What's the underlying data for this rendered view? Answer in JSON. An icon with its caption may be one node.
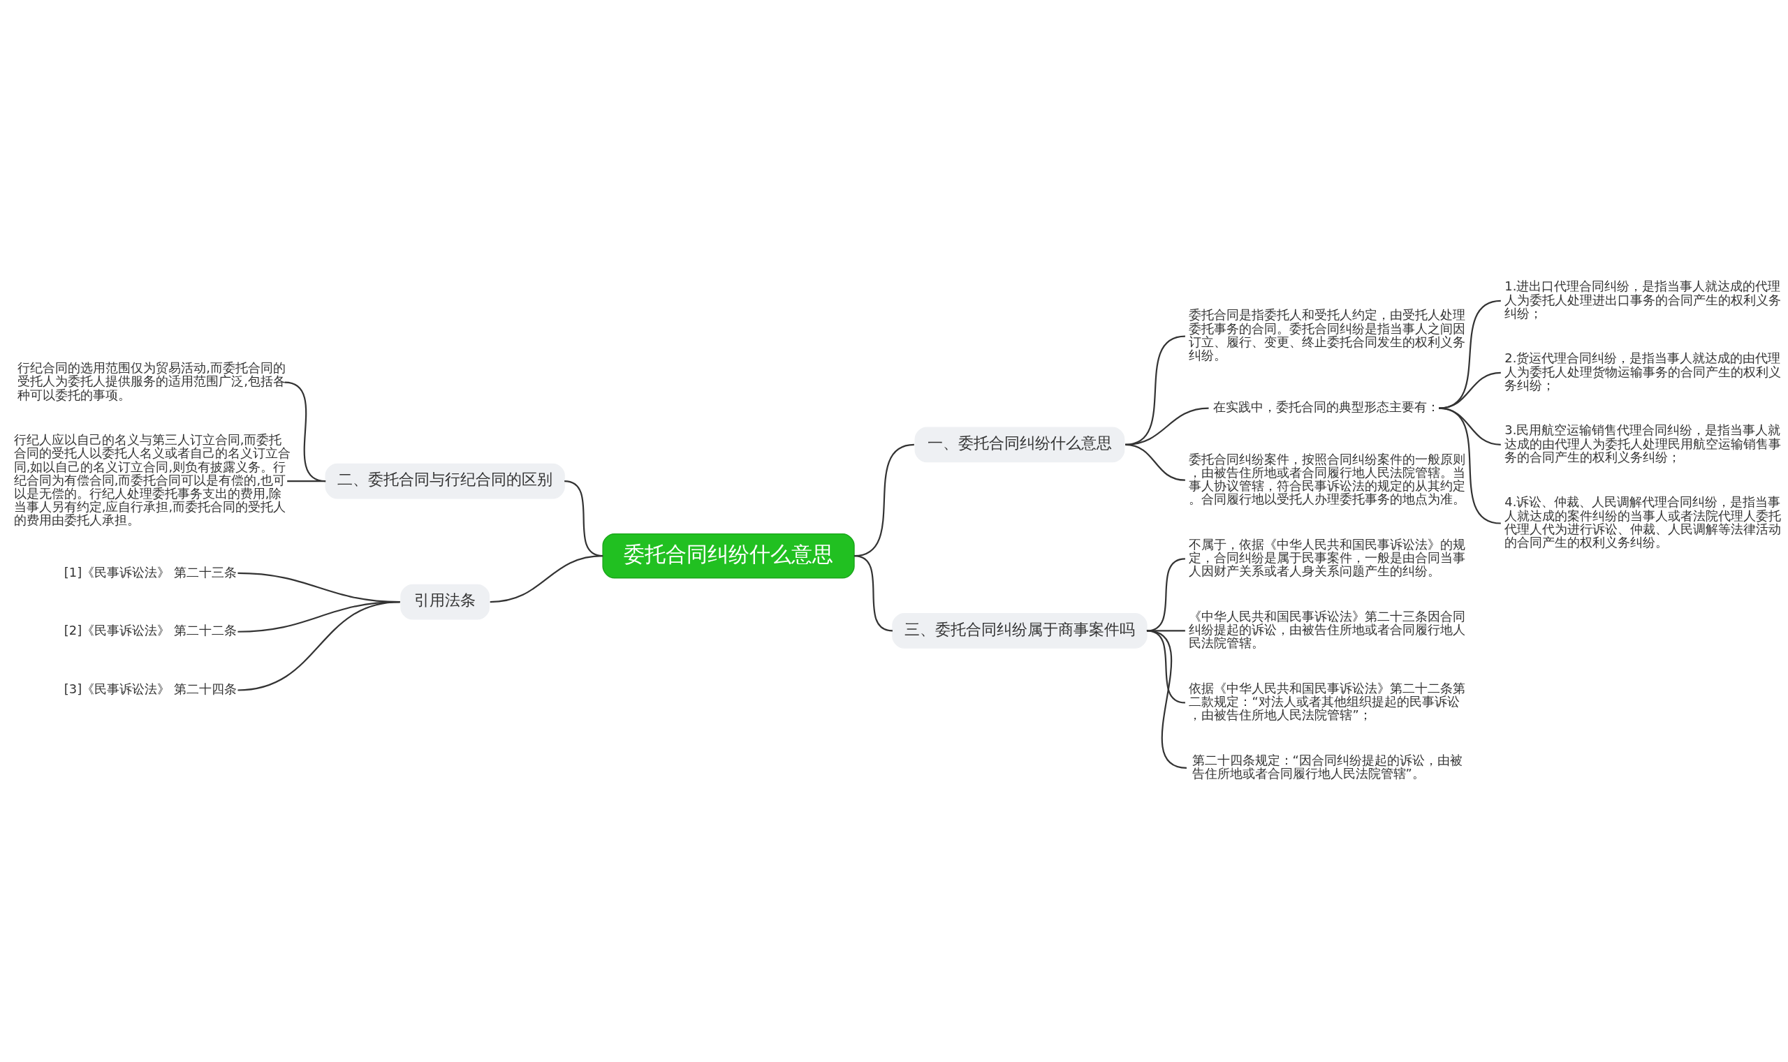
{
  "diagram": {
    "nodes": [
      {
        "text": [
          "委托合同纠纷什么意思"
        ]
      },
      {
        "text": [
          "一、委托合同纠纷什么意思"
        ]
      },
      {
        "text": [
          "委托合同是指委托人和受托人约定，由受托人处理委托事务的合同。委托合同纠纷是指当事人之间因订立、履行、变更、终止委托合同发生的权利义务纠纷。"
        ]
      },
      {
        "text": [
          "在实践中，委托合同的典型形态主要有："
        ]
      },
      {
        "text": [
          "1.进出口代理合同纠纷，是指当事人就达成的代理人为委托人处理进出口事务的合同产生的权利义务纠纷；"
        ]
      },
      {
        "text": [
          "2.货运代理合同纠纷，是指当事人就达成的由代理人为委托人处理货物运输事务的合同产生的权利义务纠纷；"
        ]
      },
      {
        "text": [
          "3.民用航空运输销售代理合同纠纷，是指当事人就达成的由代理人为委托人处理民用航空运输销售事务的合同产生的权利义务纠纷；"
        ]
      },
      {
        "text": [
          "4.诉讼、仲裁、人民调解代理合同纠纷，是指当事人就达成的案件纠纷的当事人或者法院代理人委托代理人代为进行诉讼、仲裁、人民调解等法律活动的合同产生的权利义务纠纷。"
        ]
      },
      {
        "text": [
          "委托合同纠纷案件，按照合同纠纷案件的一般原则，由被告住所地或者合同履行地人民法院管辖。当事人协议管辖，符合民事诉讼法的规定的从其约定。合同履行地以受托人办理委托事务的地点为准。"
        ]
      },
      {
        "text": [
          "二、委托合同与行纪合同的区别"
        ]
      },
      {
        "text": [
          "行纪合同的选用范围仅为贸易活动,而委托合同的受托人为委托人提供服务的适用范围广泛,包括各种可以委托的事项。"
        ]
      },
      {
        "text": [
          "行纪人应以自己的名义与第三人订立合同,而委托合同的受托人以委托人名义或者自己的名义订立合同,如以自己的名义订立合同,则负有披露义务。行纪合同为有偿合同,而委托合同可以是有偿的,也可以是无偿的。行纪人处理委托事务支出的费用,除当事人另有约定,应自行承担,而委托合同的受托人的费用由委托人承担。"
        ]
      },
      {
        "text": [
          "三、委托合同纠纷属于商事案件吗"
        ]
      },
      {
        "text": [
          "不属于，依据《中华人民共和国民事诉讼法》的规定，合同纠纷是属于民事案件，一般是由合同当事人因财产关系或者人身关系问题产生的纠纷。"
        ]
      },
      {
        "text": [
          "《中华人民共和国民事诉讼法》第二十三条因合同纠纷提起的诉讼，由被告住所地或者合同履行地人民法院管辖。"
        ]
      },
      {
        "text": [
          "依据《中华人民共和国民事诉讼法》第二十二条第二款规定：“对法人或者其他组织提起的民事诉讼，由被告住所地人民法院管辖”；"
        ]
      },
      {
        "text": [
          "第二十四条规定：“因合同纠纷提起的诉讼，由被告住所地或者合同履行地人民法院管辖”。"
        ]
      },
      {
        "text": [
          "引用法条"
        ]
      },
      {
        "text": [
          "[1]《民事诉讼法》 第二十三条"
        ]
      },
      {
        "text": [
          "[2]《民事诉讼法》 第二十二条"
        ]
      },
      {
        "text": [
          "[3]《民事诉讼法》 第二十四条"
        ]
      }
    ],
    "edges": [
      {
        "from": 0,
        "to": 1,
        "arrow": "none"
      },
      {
        "from": 1,
        "to": 2,
        "arrow": "none"
      },
      {
        "from": 1,
        "to": 3,
        "arrow": "none"
      },
      {
        "from": 3,
        "to": 4,
        "arrow": "none"
      },
      {
        "from": 3,
        "to": 5,
        "arrow": "none"
      },
      {
        "from": 3,
        "to": 6,
        "arrow": "none"
      },
      {
        "from": 3,
        "to": 7,
        "arrow": "none"
      },
      {
        "from": 1,
        "to": 8,
        "arrow": "none"
      },
      {
        "from": 9,
        "to": 0,
        "arrow": "none"
      },
      {
        "from": 10,
        "to": 9,
        "arrow": "none"
      },
      {
        "from": 11,
        "to": 9,
        "arrow": "none"
      },
      {
        "from": 0,
        "to": 12,
        "arrow": "none"
      },
      {
        "from": 12,
        "to": 13,
        "arrow": "none"
      },
      {
        "from": 12,
        "to": 14,
        "arrow": "none"
      },
      {
        "from": 12,
        "to": 15,
        "arrow": "none"
      },
      {
        "from": 12,
        "to": 16,
        "arrow": "none"
      },
      {
        "from": 17,
        "to": 0,
        "arrow": "none"
      },
      {
        "from": 18,
        "to": 17,
        "arrow": "none"
      },
      {
        "from": 19,
        "to": 17,
        "arrow": "none"
      },
      {
        "from": 20,
        "to": 17,
        "arrow": "none"
      }
    ]
  }
}
